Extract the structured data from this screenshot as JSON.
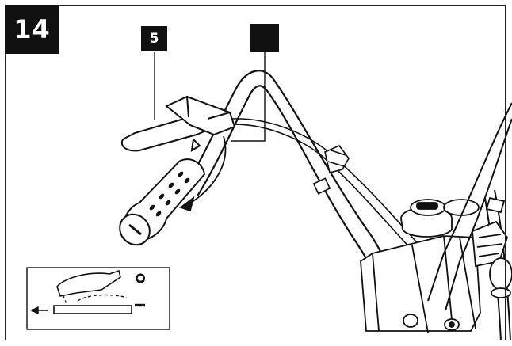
{
  "figure": {
    "step_number": "14",
    "callouts": [
      {
        "label": "5"
      },
      {
        "label": ""
      }
    ],
    "inset": {
      "position_off": "O",
      "position_on": "I"
    }
  }
}
